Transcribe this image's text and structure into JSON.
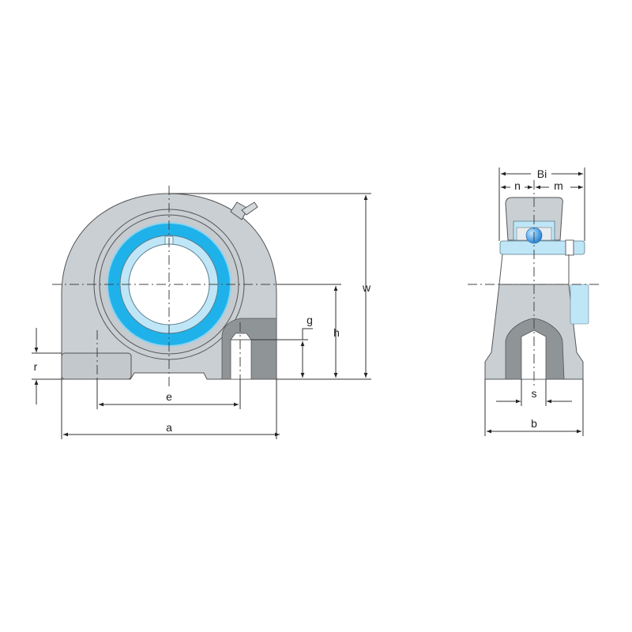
{
  "labels": {
    "w": "w",
    "h": "h",
    "g": "g",
    "e": "e",
    "a": "a",
    "r": "r",
    "Bi": "Bi",
    "n": "n",
    "m": "m",
    "s": "s",
    "b": "b"
  },
  "colors": {
    "housing": "#c9cfd3",
    "cutaway": "#8f9497",
    "ring_blue": "#1fb2ea",
    "ring_light": "#bfe6f7",
    "ball": "#2a8fe0"
  }
}
